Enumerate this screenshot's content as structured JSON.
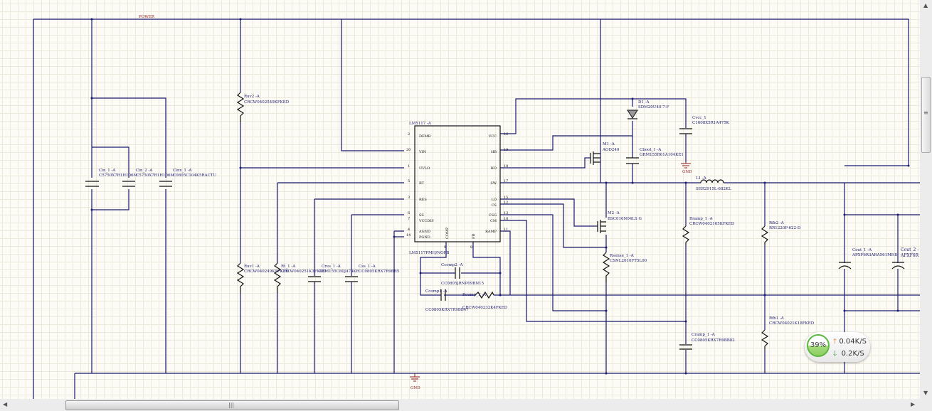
{
  "net_labels": {
    "power": "POWER",
    "gnd": "GND"
  },
  "ic": {
    "ref": "LM5117 -A",
    "part": "LM5117PMH/NOPB",
    "left_pins": [
      {
        "num": "2",
        "name": "DEMB"
      },
      {
        "num": "20",
        "name": "VIN"
      },
      {
        "num": "1",
        "name": "UVLO"
      },
      {
        "num": "5",
        "name": "RT"
      },
      {
        "num": "3",
        "name": "RES"
      },
      {
        "num": "6",
        "name": "SS"
      },
      {
        "num": "7",
        "name": "VCCDIS"
      },
      {
        "num": "4",
        "name": "AGND"
      },
      {
        "num": "14",
        "name": "PGND"
      }
    ],
    "right_pins": [
      {
        "num": "16",
        "name": "VCC"
      },
      {
        "num": "19",
        "name": "HB"
      },
      {
        "num": "18",
        "name": "HO"
      },
      {
        "num": "17",
        "name": "SW"
      },
      {
        "num": "15",
        "name": "LO"
      },
      {
        "num": "12",
        "name": "CS"
      },
      {
        "num": "13",
        "name": "CSG"
      },
      {
        "num": "10",
        "name": "CM"
      },
      {
        "num": "11",
        "name": "RAMP"
      }
    ],
    "bottom_pins": [
      {
        "num": "9",
        "name": "COMP"
      },
      {
        "num": "8",
        "name": "FB"
      }
    ]
  },
  "components": {
    "cin1": {
      "ref": "Cin_1 -A",
      "part": "C5750X7R1H106M"
    },
    "cin2": {
      "ref": "Cin_2 -A",
      "part": "C5750X7R1H106M"
    },
    "cinx": {
      "ref": "Cinx_1 -A",
      "part": "C0805C104K5RACTU"
    },
    "ruv2": {
      "ref": "Ruv2 -A",
      "part": "CRCW0402549KFKED"
    },
    "ruv1": {
      "ref": "Ruv1 -A",
      "part": "CRCW040249K9FKED"
    },
    "rt": {
      "ref": "Rt_1 -A",
      "part": "CRCW040251K1FKED"
    },
    "cres": {
      "ref": "Cres_1 -A",
      "part": "GRM155C80J474KE"
    },
    "css": {
      "ref": "Css_1 -A",
      "part": "CC0805KRX7R9BB5"
    },
    "d1": {
      "ref": "D1 -A",
      "part": "SDM20U40-7-F"
    },
    "cvcc": {
      "ref": "Cvcc_1",
      "part": "C1608X5R1A475K"
    },
    "m1": {
      "ref": "M1 -A",
      "part": "AOD240"
    },
    "cboot": {
      "ref": "Cboot_1 -A",
      "part": "GRM155R61A104KE1"
    },
    "l1": {
      "ref": "L1 -A",
      "part": "SER2915L-682KL"
    },
    "m2": {
      "ref": "M2  -A",
      "part": "BSC016N04LS G"
    },
    "rsense": {
      "ref": "Rsense_1 -A",
      "part": "CSNL2010FT5L00"
    },
    "rramp": {
      "ref": "Rramp_1 -A",
      "part": "CRCW0402165KFKED"
    },
    "cramp": {
      "ref": "Cramp_1 -A",
      "part": "CC0805KRX7R9BB82"
    },
    "rfb2": {
      "ref": "Rfb2 -A",
      "part": "RR1220P-622-D"
    },
    "rfb1": {
      "ref": "Rfb1 -A",
      "part": "CRCW04021K18FKED"
    },
    "ccomp2": {
      "ref": "Ccomp2 -A",
      "part": "CC0805JRNP09BN15"
    },
    "ccomp1": {
      "ref": "Ccomp1 -A",
      "part": "CC0805KRX7R9BB47"
    },
    "rcomp": {
      "ref": "Rcomp_1 -A",
      "part": "CRCW040232K4FKED"
    },
    "cout1": {
      "ref": "Cout_1 -A",
      "part": "APXF6R3ARA561MH8"
    },
    "cout2": {
      "ref": "Cout_2 -",
      "part": "APXF6R"
    }
  },
  "network_monitor": {
    "percent": "39%",
    "upload": "0.04K/S",
    "download": "0.2K/S",
    "progress": 0.39,
    "upload_color": "#e07020",
    "download_color": "#2e8b2e"
  },
  "colors": {
    "wire": "#1a1a6e",
    "net_label": "#8b1a1a",
    "background": "#fdfbf5"
  }
}
